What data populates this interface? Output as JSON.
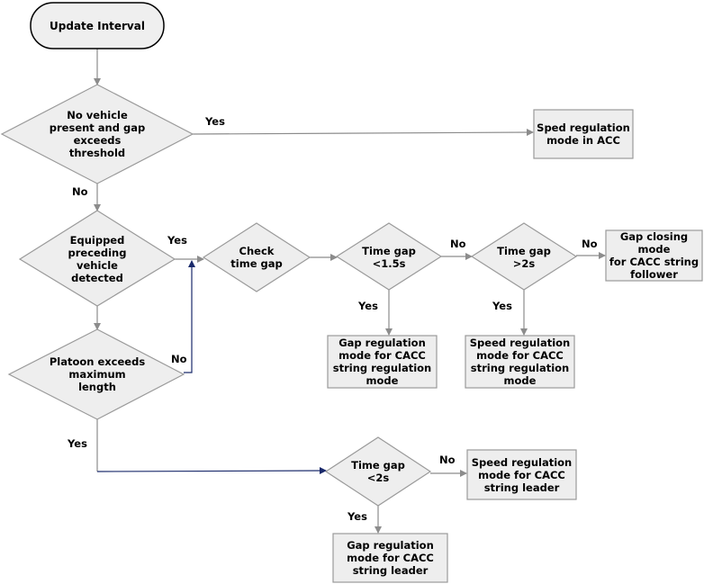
{
  "nodes": {
    "start": "Update Interval",
    "d_no_vehicle": "No vehicle\npresent and gap\nexceeds\nthreshold",
    "p_speed_acc": "Sped regulation\nmode in ACC",
    "d_equipped": "Equipped\npreceding\nvehicle\ndetected",
    "d_check_gap": "Check\ntime gap",
    "d_gap_15": "Time gap\n<1.5s",
    "d_gap_2": "Time gap\n>2s",
    "p_gap_closing": "Gap closing mode\nfor CACC string\nfollower",
    "p_gap_reg_string": "Gap regulation\nmode for CACC\nstring regulation\nmode",
    "p_speed_reg_string": "Speed regulation\nmode for CACC\nstring regulation\nmode",
    "d_platoon": "Platoon exceeds\nmaximum\nlength",
    "d_gap_leader": "Time gap\n<2s",
    "p_speed_leader": "Speed regulation\nmode for CACC\nstring leader",
    "p_gap_leader": "Gap regulation\nmode for CACC\nstring leader"
  },
  "edges": {
    "yes_acc": "Yes",
    "no_equipped": "No",
    "yes_equipped": "Yes",
    "no_15": "No",
    "yes_15": "Yes",
    "no_2": "No",
    "yes_2": "Yes",
    "no_platoon": "No",
    "yes_platoon": "Yes",
    "no_leader": "No",
    "yes_leader": "Yes"
  },
  "colors": {
    "shape_fill": "#eeeeee",
    "shape_stroke": "#9a9a9a",
    "start_fill": "#efefef",
    "start_stroke": "#000000",
    "arrow_gray": "#8c8c8c",
    "arrow_navy": "#1a2a6b"
  }
}
